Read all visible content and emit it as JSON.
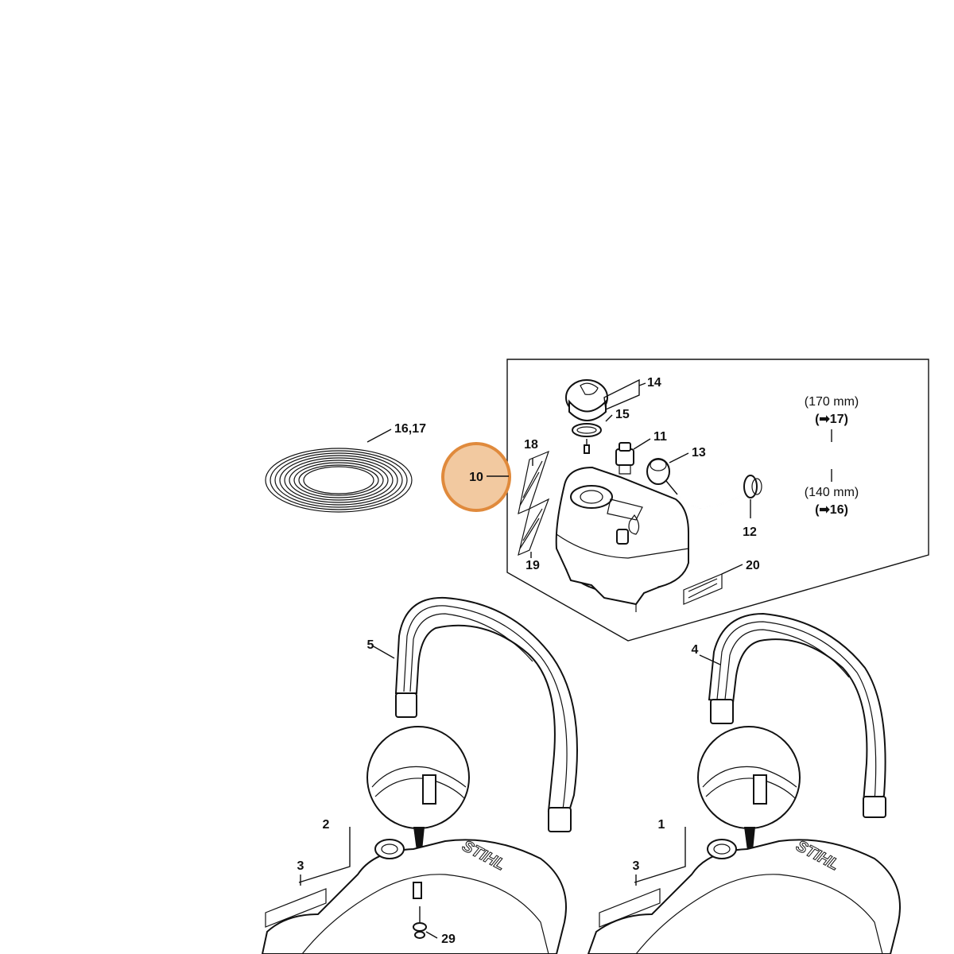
{
  "callouts": {
    "c14": "14",
    "c15": "15",
    "c11": "11",
    "c13": "13",
    "c12": "12",
    "c18": "18",
    "c19": "19",
    "c20": "20",
    "c1617": "16,17",
    "c10": "10",
    "c5": "5",
    "c4": "4",
    "c2": "2",
    "c3a": "3",
    "c1": "1",
    "c3b": "3",
    "c29": "29"
  },
  "lengths": {
    "upper_mm": "(170 mm)",
    "upper_ref_num": "17",
    "lower_mm": "(140 mm)",
    "lower_ref_num": "16",
    "arrow_glyph": "➡"
  },
  "brand": {
    "logo_text": "STIHL"
  },
  "highlight": {
    "fill": "#f2c9a0",
    "stroke": "#e08a3c"
  }
}
